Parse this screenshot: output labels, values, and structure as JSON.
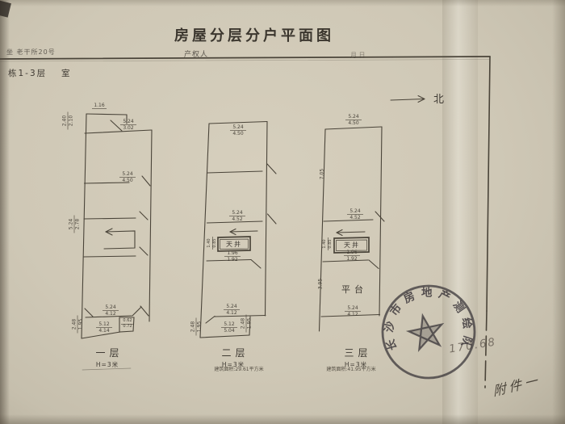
{
  "title": "房屋分层分户平面图",
  "header": {
    "address": "坐 老干所20号",
    "owner_label": "产权人",
    "date_label": "月  日",
    "building_label": "栋1-3层",
    "room_label": "室"
  },
  "north_label": "北",
  "plans": [
    {
      "caption": "一层",
      "height": "H=3米",
      "dims": {
        "top_notch": "1.16",
        "left_top": {
          "n": "2.40",
          "d": "2.10"
        },
        "room1": {
          "n": "5.24",
          "d": "3.02"
        },
        "room2": {
          "n": "5.24",
          "d": "4.50"
        },
        "left_mid": {
          "n": "5.24",
          "d": "2.78"
        },
        "room3": {
          "n": "5.24",
          "d": "4.12"
        },
        "bottom": {
          "n": "5.12",
          "d": "4.14"
        },
        "left_bottom": {
          "n": "2.48",
          "d": "1.95"
        },
        "porch": {
          "n": "0.62",
          "d": "0.72"
        }
      }
    },
    {
      "caption": "二层",
      "height": "H=3米",
      "note": "建筑面积:29.61平方米",
      "labels": {
        "lightwell": "天井"
      },
      "dims": {
        "room1": {
          "n": "5.24",
          "d": "4.50"
        },
        "room2": {
          "n": "5.24",
          "d": "4.52"
        },
        "well_left": {
          "n": "1.40",
          "d": "0.85"
        },
        "well": {
          "n": "1.96",
          "d": "1.92"
        },
        "room3": {
          "n": "5.24",
          "d": "4.12"
        },
        "bottom": {
          "n": "5.12",
          "d": "5.04"
        },
        "left_bottom": {
          "n": "2.48",
          "d": "1.95"
        },
        "right_bottom": {
          "n": "2.48",
          "d": "1.95"
        }
      }
    },
    {
      "caption": "三层",
      "height": "H=3米",
      "note": "建筑面积:41.95平方米",
      "labels": {
        "lightwell": "天井",
        "terrace": "平台"
      },
      "dims": {
        "top": {
          "n": "5.24",
          "d": "4.50"
        },
        "left_top": "7.05",
        "room2": {
          "n": "5.24",
          "d": "4.52"
        },
        "well_left": {
          "n": "1.40",
          "d": "0.85"
        },
        "well": {
          "n": "1.96",
          "d": "1.92"
        },
        "left_mid": "3.95",
        "bottom": {
          "n": "5.24",
          "d": "4.12"
        }
      }
    }
  ],
  "seal": {
    "text": "长沙市房地产测绘队"
  },
  "annotations": {
    "area_value": "170.68",
    "attachment": "附件一"
  },
  "colors": {
    "paper": "#cfc8b6",
    "ink": "#4a4439",
    "seal_ink": "#3a363a"
  }
}
